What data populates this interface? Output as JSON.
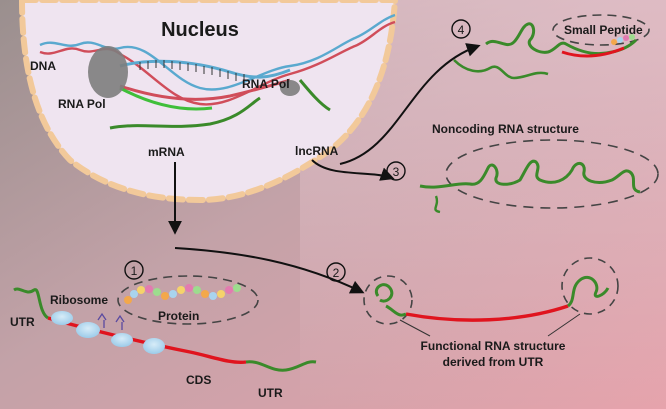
{
  "diagram": {
    "nucleus_label": "Nucleus",
    "labels": {
      "dna": "DNA",
      "rna_pol_left": "RNA Pol",
      "rna_pol_right": "RNA Pol",
      "mrna": "mRNA",
      "lncrna": "lncRNA",
      "ribosome": "Ribosome",
      "protein": "Protein",
      "utr_left": "UTR",
      "utr_right": "UTR",
      "cds": "CDS",
      "small_peptide": "Small Peptide",
      "noncoding_structure": "Noncoding RNA structure",
      "functional_structure_line1": "Functional RNA structure",
      "functional_structure_line2": "derived from UTR"
    },
    "steps": [
      "1",
      "2",
      "3",
      "4"
    ],
    "colors": {
      "rna": "#3a8a2a",
      "cds": "#e0141e",
      "dna_blue": "#5aa9cf",
      "dna_red": "#d04d5a",
      "nucleus_fill": "#efe4f0",
      "nucleus_rim": "#f2c99a",
      "ribosome": "#a9d4ee",
      "rna_pol": "#7d7d7d"
    }
  }
}
